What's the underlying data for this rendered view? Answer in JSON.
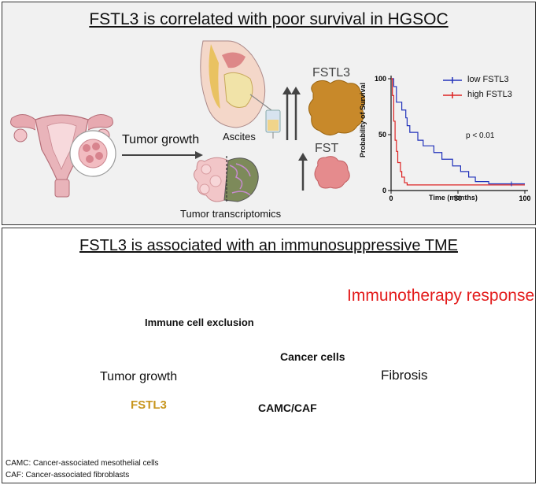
{
  "top_panel": {
    "title": "FSTL3 is correlated with poor survival in HGSOC",
    "tumor_growth": "Tumor growth",
    "ascites": "Ascites",
    "tumor_transcriptomics": "Tumor transcriptomics",
    "fstl3": "FSTL3",
    "fst": "FST"
  },
  "chart": {
    "ylabel": "Probability of Survival",
    "xlabel": "Time (months)",
    "pvalue": "p < 0.01",
    "legend_low": "low FSTL3",
    "legend_high": "high FSTL3",
    "yticks": [
      "0",
      "50",
      "100"
    ],
    "xticks": [
      "0",
      "50",
      "100"
    ],
    "colors": {
      "low": "#2233bb",
      "high": "#dd2222"
    }
  },
  "chart_data": {
    "type": "line",
    "xlabel": "Time (months)",
    "ylabel": "Probability of Survival",
    "xlim": [
      0,
      100
    ],
    "ylim": [
      0,
      100
    ],
    "legend_position": "top-right",
    "annotation": "p < 0.01",
    "series": [
      {
        "name": "low FSTL3",
        "color": "#2233bb",
        "step": true,
        "points": [
          [
            0,
            100
          ],
          [
            2,
            93
          ],
          [
            4,
            79
          ],
          [
            8,
            72
          ],
          [
            11,
            65
          ],
          [
            12,
            58
          ],
          [
            14,
            52
          ],
          [
            20,
            45
          ],
          [
            24,
            40
          ],
          [
            32,
            34
          ],
          [
            38,
            28
          ],
          [
            46,
            22
          ],
          [
            52,
            17
          ],
          [
            58,
            12
          ],
          [
            63,
            8
          ],
          [
            73,
            6
          ],
          [
            90,
            6
          ],
          [
            100,
            6
          ]
        ]
      },
      {
        "name": "high FSTL3",
        "color": "#dd2222",
        "step": true,
        "points": [
          [
            0,
            100
          ],
          [
            1,
            85
          ],
          [
            2,
            62
          ],
          [
            3,
            45
          ],
          [
            4,
            35
          ],
          [
            5,
            25
          ],
          [
            7,
            17
          ],
          [
            8,
            12
          ],
          [
            10,
            7
          ],
          [
            12,
            5
          ],
          [
            100,
            5
          ]
        ]
      }
    ]
  },
  "bottom_panel": {
    "title": "FSTL3 is associated with an immunosuppressive TME",
    "immunotherapy_response": "Immunotherapy response",
    "immune_cell_exclusion": "Immune cell exclusion",
    "cancer_cells": "Cancer cells",
    "camc_caf": "CAMC/CAF",
    "tumor_growth": "Tumor growth",
    "fstl3": "FSTL3",
    "fibrosis": "Fibrosis",
    "footnote_camc": "CAMC: Cancer-associated mesothelial cells",
    "footnote_caf": "CAF: Cancer-associated fibroblasts"
  }
}
